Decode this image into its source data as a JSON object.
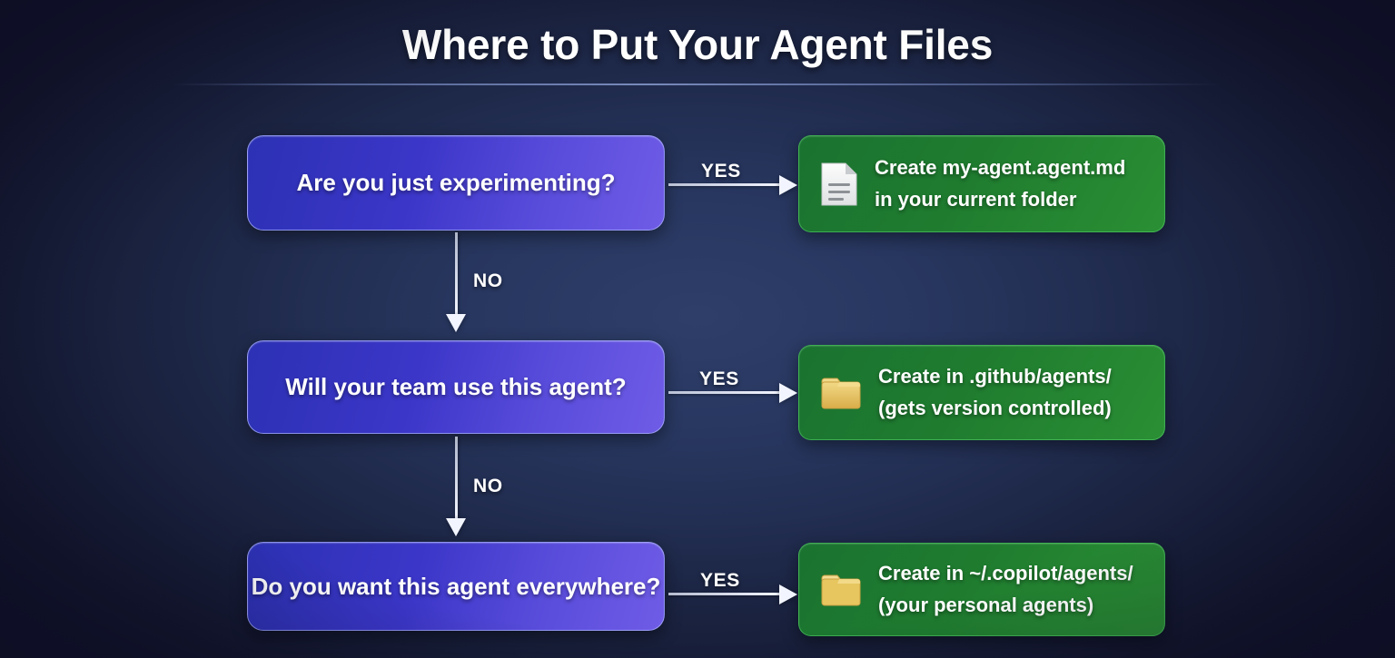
{
  "page": {
    "title": "Where to Put Your Agent Files",
    "background_color": "#1b2442",
    "accent_decision_color": "#4a3fd0",
    "accent_outcome_color": "#1f7c2f"
  },
  "flow": {
    "decisions": [
      {
        "label": "Are you just experimenting?"
      },
      {
        "label": "Will your team use this agent?"
      },
      {
        "label": "Do you want this agent everywhere?"
      }
    ],
    "outcomes": [
      {
        "icon": "document-icon",
        "line1": "Create my-agent.agent.md",
        "line2": "in your current folder"
      },
      {
        "icon": "folder-icon",
        "line1": "Create in .github/agents/",
        "line2": "(gets version controlled)"
      },
      {
        "icon": "folder-icon",
        "line1": "Create in ~/.copilot/agents/",
        "line2": "(your personal agents)"
      }
    ],
    "yes_labels": [
      "YES",
      "YES",
      "YES"
    ],
    "no_labels": [
      "NO",
      "NO"
    ]
  }
}
